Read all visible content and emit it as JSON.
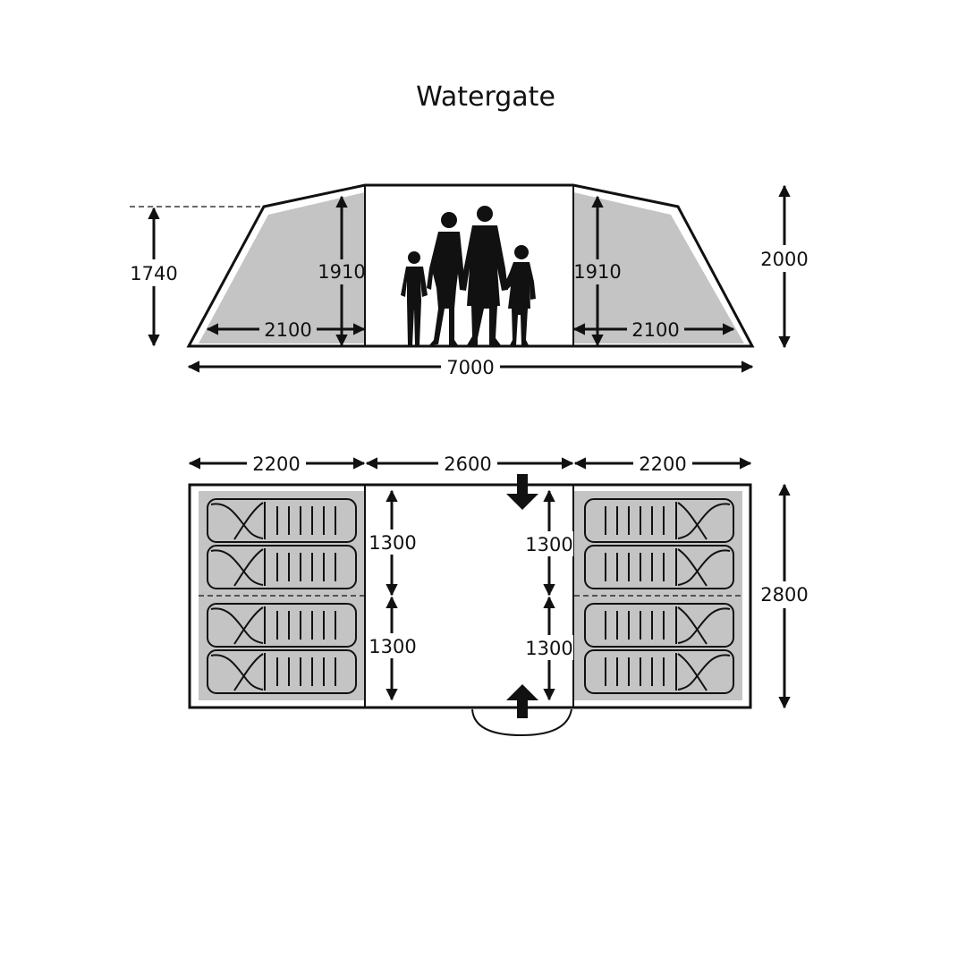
{
  "title": "Watergate",
  "side_view": {
    "left_wall_height": "1740",
    "left_room_height": "1910",
    "right_room_height": "1910",
    "overall_height": "2000",
    "left_room_depth": "2100",
    "right_room_depth": "2100",
    "overall_length": "7000"
  },
  "floor_plan": {
    "left_room_width": "2200",
    "center_width": "2600",
    "right_room_width": "2200",
    "overall_width": "2800",
    "left_berth_upper": "1300",
    "left_berth_lower": "1300",
    "right_berth_upper": "1300",
    "right_berth_lower": "1300"
  },
  "colors": {
    "line": "#111111",
    "room_fill": "#c4c4c4",
    "background": "#ffffff"
  }
}
